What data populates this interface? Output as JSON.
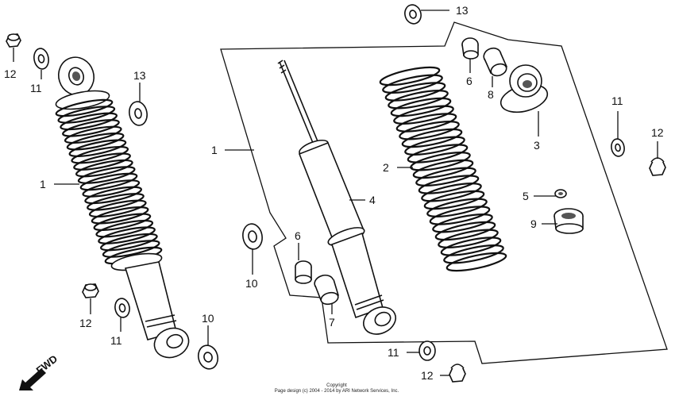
{
  "callouts": [
    {
      "id": "c13-top",
      "text": "13"
    },
    {
      "id": "c12-left",
      "text": "12"
    },
    {
      "id": "c11-left",
      "text": "11"
    },
    {
      "id": "c13-left",
      "text": "13"
    },
    {
      "id": "c1-left",
      "text": "1"
    },
    {
      "id": "c12-bottom-left",
      "text": "12"
    },
    {
      "id": "c11-bottom-left",
      "text": "11"
    },
    {
      "id": "c10-bottom-left",
      "text": "10"
    },
    {
      "id": "c1-frame",
      "text": "1"
    },
    {
      "id": "c4",
      "text": "4"
    },
    {
      "id": "c2",
      "text": "2"
    },
    {
      "id": "c6-top",
      "text": "6"
    },
    {
      "id": "c8",
      "text": "8"
    },
    {
      "id": "c3",
      "text": "3"
    },
    {
      "id": "c11-right",
      "text": "11"
    },
    {
      "id": "c12-right",
      "text": "12"
    },
    {
      "id": "c5",
      "text": "5"
    },
    {
      "id": "c9",
      "text": "9"
    },
    {
      "id": "c10-mid",
      "text": "10"
    },
    {
      "id": "c6-mid",
      "text": "6"
    },
    {
      "id": "c7",
      "text": "7"
    },
    {
      "id": "c11-bottom",
      "text": "11"
    },
    {
      "id": "c12-bottom",
      "text": "12"
    }
  ],
  "fwd_label": "FWD",
  "copyright": {
    "line1": "Copyright",
    "line2": "Page design (c) 2004 - 2014 by ARI Network Services, Inc."
  }
}
